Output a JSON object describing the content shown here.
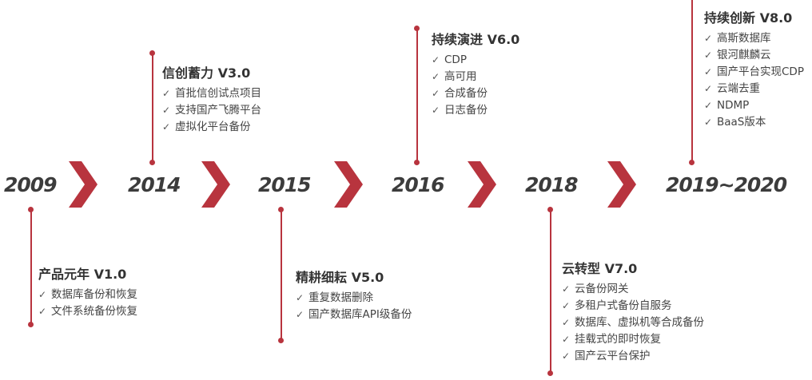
{
  "timeline": [
    {
      "year": "2009",
      "title": "产品元年 V1.0",
      "items": [
        "数据库备份和恢复",
        "文件系统备份恢复"
      ]
    },
    {
      "year": "2014",
      "title": "信创蓄力 V3.0",
      "items": [
        "首批信创试点项目",
        "支持国产飞腾平台",
        "虚拟化平台备份"
      ]
    },
    {
      "year": "2015",
      "title": "精耕细耘 V5.0",
      "items": [
        "重复数据删除",
        "国产数据库API级备份"
      ]
    },
    {
      "year": "2016",
      "title": "持续演进 V6.0",
      "items": [
        "CDP",
        "高可用",
        "合成备份",
        "日志备份"
      ]
    },
    {
      "year": "2018",
      "title": "云转型 V7.0",
      "items": [
        "云备份网关",
        "多租户式备份自服务",
        "数据库、虚拟机等合成备份",
        "挂载式的即时恢复",
        "国产云平台保护"
      ]
    },
    {
      "year": "2019~2020",
      "title": "持续创新 V8.0",
      "items": [
        "高斯数据库",
        "银河麒麟云",
        "国产平台实现CDP",
        "云端去重",
        "NDMP",
        "BaaS版本"
      ]
    }
  ],
  "colors": {
    "accent": "#b8343e",
    "year_text": "#3c3c3c"
  },
  "icons": {
    "chevron": "chevron-right-icon",
    "check": "check-icon"
  }
}
